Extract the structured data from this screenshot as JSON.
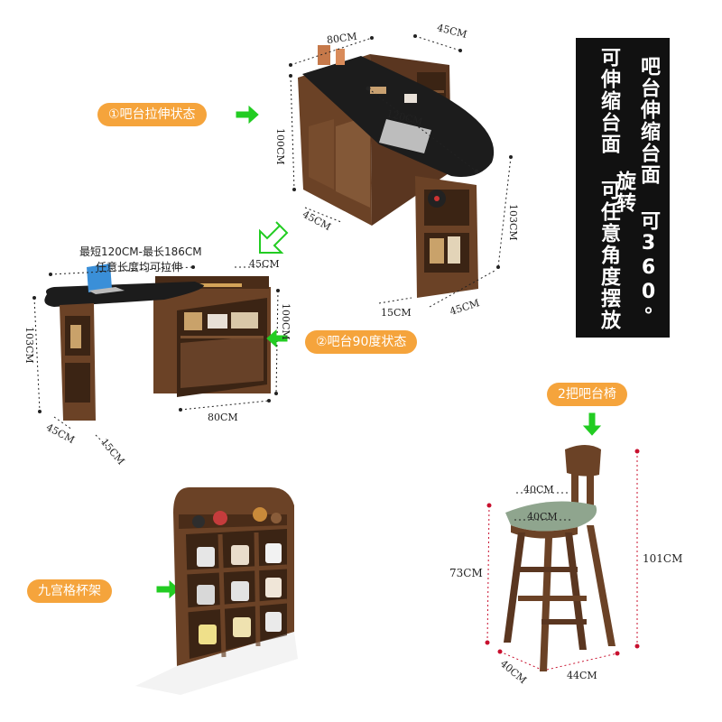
{
  "labels": {
    "stretched_state": "①吧台拉伸状态",
    "ninety_state": "②吧台90度状态",
    "chairs": "2把吧台椅",
    "cup_rack": "九宫格杯架"
  },
  "panel": {
    "col_right": "吧台伸缩台面 可360°旋转",
    "col_left": "可伸缩台面 可任意角度摆放"
  },
  "notes": {
    "length_range": "最短120CM-最长186CM",
    "length_note": "任意长度均可拉伸"
  },
  "dims_top": {
    "width": "80CM",
    "depth": "45CM",
    "height_cabinet": "100CM",
    "base_depth": "45CM",
    "length_top": "120CM",
    "height_bar": "103CM",
    "leg_small": "15CM",
    "leg_depth": "45CM"
  },
  "dims_bottom": {
    "depth": "45CM",
    "height_cabinet": "100CM",
    "height_bar": "103CM",
    "width": "80CM",
    "leg_depth": "45CM",
    "leg_small": "15CM"
  },
  "dims_chair": {
    "back_width": "40CM",
    "seat_width": "40CM",
    "seat_height": "73CM",
    "total_height": "101CM",
    "base_depth": "40CM",
    "base_width": "44CM"
  },
  "colors": {
    "pill_orange": "#f5a43c",
    "arrow_green": "#22cc22",
    "wood": "#6b4226",
    "wood_dark": "#4a2c18",
    "top_black": "#1c1c1c",
    "seat_fabric": "#8fa58e"
  }
}
